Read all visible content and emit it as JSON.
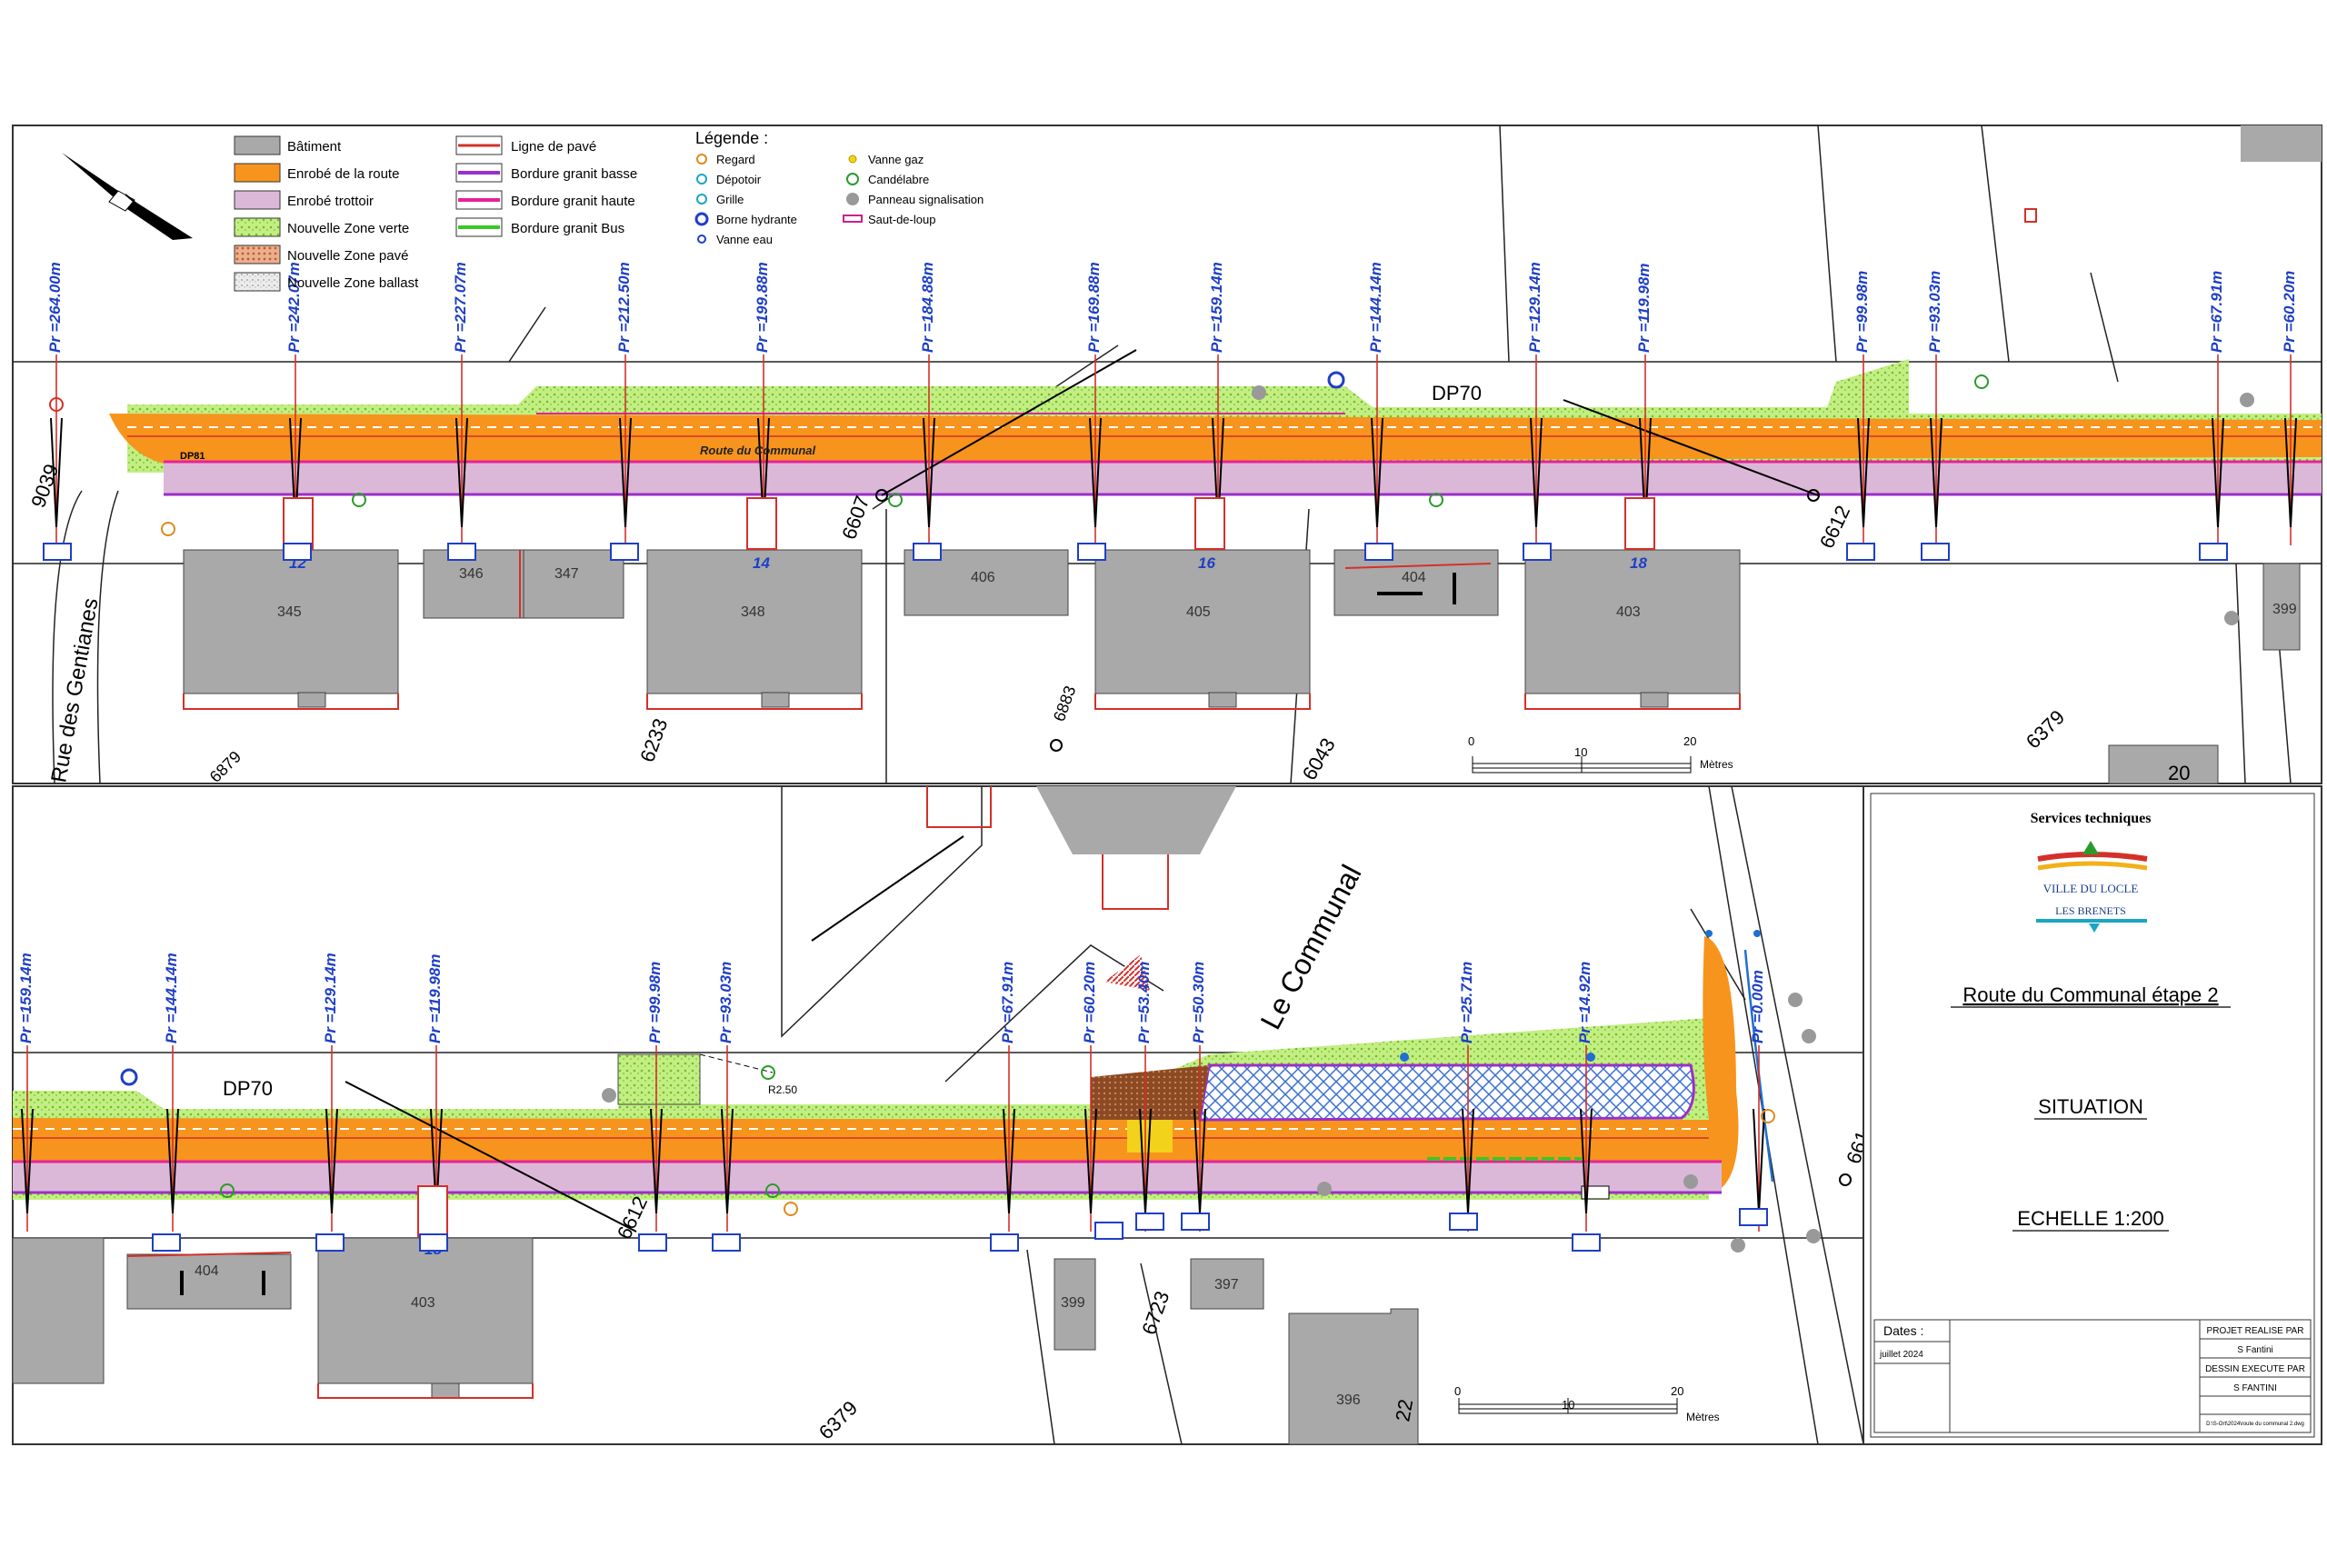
{
  "legend_areas": {
    "items": [
      {
        "label": "Bâtiment",
        "color": "#a9a9a9"
      },
      {
        "label": "Enrobé de la route",
        "color": "#f7941d"
      },
      {
        "label": "Enrobé trottoir",
        "color": "#dcb8d8"
      },
      {
        "label": "Nouvelle Zone verte",
        "color": "#b5e86a"
      },
      {
        "label": "Nouvelle Zone pavé",
        "color": "#e9a07a"
      },
      {
        "label": "Nouvelle Zone ballast",
        "color": "#dcdcdc"
      }
    ]
  },
  "legend_lines": {
    "items": [
      {
        "label": "Ligne de pavé",
        "color": "#d4302a"
      },
      {
        "label": "Bordure granit basse",
        "color": "#9b2fc9"
      },
      {
        "label": "Bordure granit haute",
        "color": "#e6229a"
      },
      {
        "label": "Bordure granit Bus",
        "color": "#39c826"
      }
    ]
  },
  "legend_symbols": {
    "title": "Légende :",
    "col1": [
      "Regard",
      "Dépotoir",
      "Grille",
      "Borne hydrante",
      "Vanne eau"
    ],
    "col2": [
      "Vanne gaz",
      "Candélabre",
      "Panneau signalisation",
      "Saut-de-loup"
    ]
  },
  "top_panel": {
    "profiles": [
      "Pr =264.00m",
      "Pr =242.07m",
      "Pr =227.07m",
      "Pr =212.50m",
      "Pr =199.88m",
      "Pr =184.88m",
      "Pr =169.88m",
      "Pr =159.14m",
      "Pr =144.14m",
      "Pr =129.14m",
      "Pr =119.98m",
      "Pr =99.98m",
      "Pr =93.03m",
      "Pr =67.91m",
      "Pr =60.20m"
    ],
    "dp_label": "DP70",
    "road_name": "Route du Communal",
    "street_name": "Rue des Gentianes",
    "dp81": "DP81",
    "buildings": [
      "345",
      "346",
      "347",
      "348",
      "406",
      "405",
      "404",
      "403",
      "399"
    ],
    "house_numbers": [
      "12",
      "14",
      "16",
      "18"
    ],
    "parcels": [
      "9039",
      "6233",
      "6607",
      "6883",
      "6043",
      "6612",
      "6379",
      "6879",
      "20"
    ],
    "scale": {
      "ticks": [
        "0",
        "10",
        "20"
      ],
      "unit": "Mètres"
    }
  },
  "bottom_panel": {
    "profiles": [
      "Pr =159.14m",
      "Pr =144.14m",
      "Pr =129.14m",
      "Pr =119.98m",
      "Pr =99.98m",
      "Pr =93.03m",
      "Pr =67.91m",
      "Pr =60.20m",
      "Pr =53.40m",
      "Pr =50.30m",
      "Pr =25.71m",
      "Pr =14.92m",
      "Pr =0.00m"
    ],
    "dp_label": "DP70",
    "street_name": "Le Communal",
    "buildings": [
      "404",
      "403",
      "399",
      "397",
      "396"
    ],
    "house_numbers": [
      "18"
    ],
    "parcels": [
      "6612",
      "6723",
      "6379",
      "22",
      "661"
    ],
    "curve_label": "R2.50",
    "scale": {
      "ticks": [
        "0",
        "10",
        "20"
      ],
      "unit": "Mètres"
    }
  },
  "title_block": {
    "service": "Services techniques",
    "logo_line1": "VILLE DU LOCLE",
    "logo_line2": "LES BRENETS",
    "project": "Route du Communal étape 2",
    "subject": "SITUATION",
    "scale": "ECHELLE 1:200",
    "dates_label": "Dates :",
    "date_value": "juillet 2024",
    "realise_label": "PROJET REALISE PAR",
    "realise_value": "S Fantini",
    "dessin_label": "DESSIN EXECUTE PAR",
    "dessin_value": "S FANTINI",
    "file_ref": "D:\\S-Ort\\2024\\route du communal 2.dwg"
  }
}
